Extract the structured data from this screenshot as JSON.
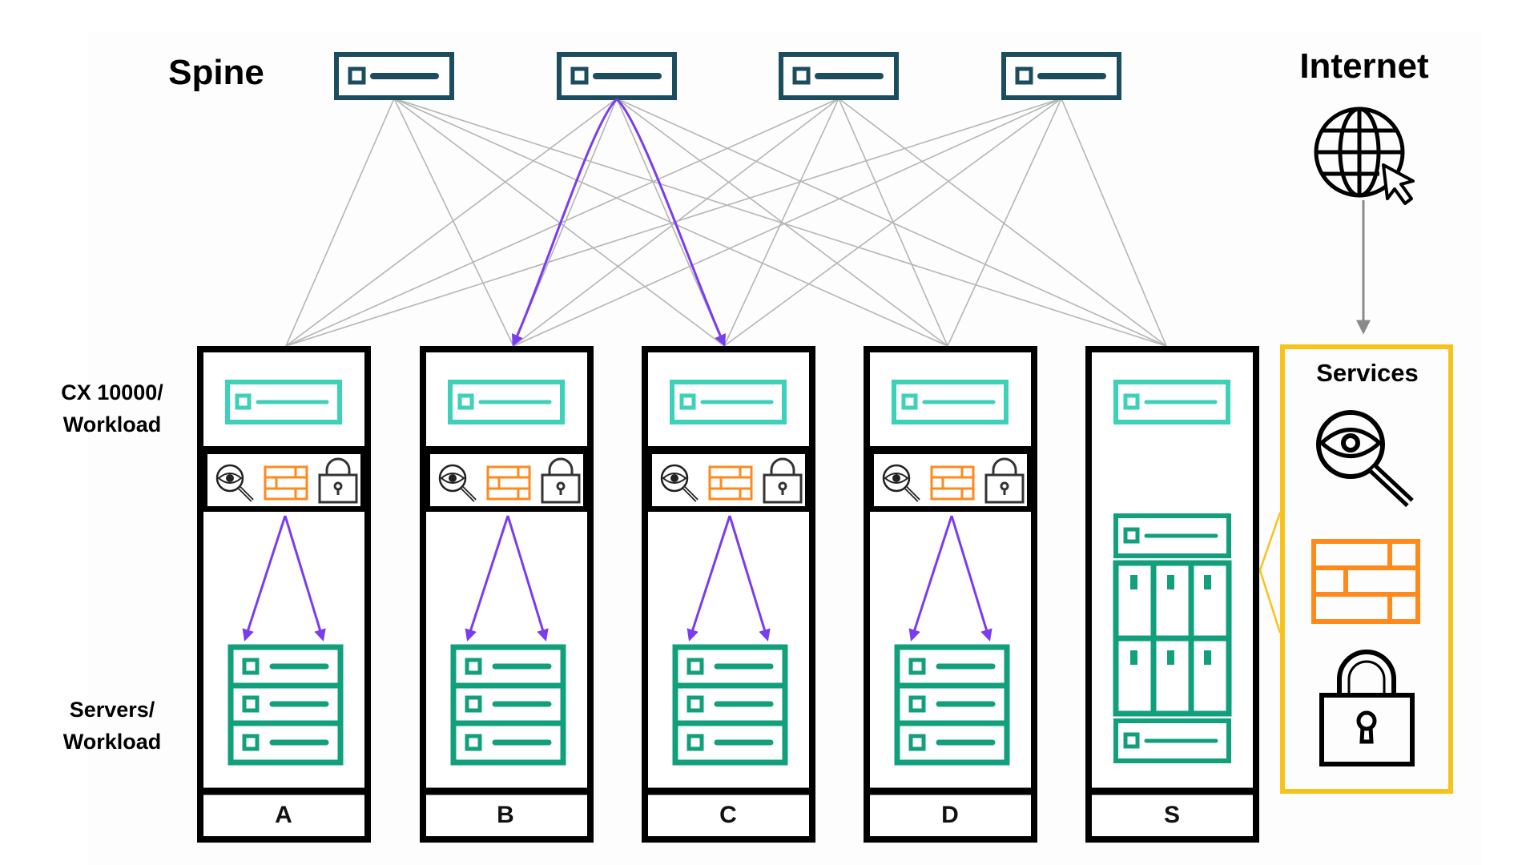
{
  "labels": {
    "spine": "Spine",
    "internet": "Internet",
    "cx_line1": "CX 10000/",
    "cx_line2": "Workload",
    "servers_line1": "Servers/",
    "servers_line2": "Workload",
    "services": "Services"
  },
  "spines": [
    {
      "id": "spine-1",
      "icon": "switch-icon"
    },
    {
      "id": "spine-2",
      "icon": "switch-icon"
    },
    {
      "id": "spine-3",
      "icon": "switch-icon"
    },
    {
      "id": "spine-4",
      "icon": "switch-icon"
    }
  ],
  "racks": [
    {
      "letter": "A",
      "type": "workload"
    },
    {
      "letter": "B",
      "type": "workload"
    },
    {
      "letter": "C",
      "type": "workload"
    },
    {
      "letter": "D",
      "type": "workload"
    },
    {
      "letter": "S",
      "type": "services"
    }
  ],
  "services_icons": [
    "visibility-icon",
    "firewall-icon",
    "lock-icon"
  ],
  "rack_security_icons": [
    "visibility-icon",
    "firewall-icon",
    "lock-icon"
  ],
  "flows": {
    "east_west": {
      "from": "spine-2",
      "to": [
        "B",
        "C"
      ]
    },
    "internet_to": "Services"
  },
  "colors": {
    "spine": "#1b4d5f",
    "leaf_switch": "#3dd1b9",
    "server": "#12a07c",
    "firewall": "#ff8a1c",
    "services_border": "#f8c21a",
    "flow": "#7a3cf0",
    "fabric": "#b5b5b5",
    "rack": "#000000"
  }
}
